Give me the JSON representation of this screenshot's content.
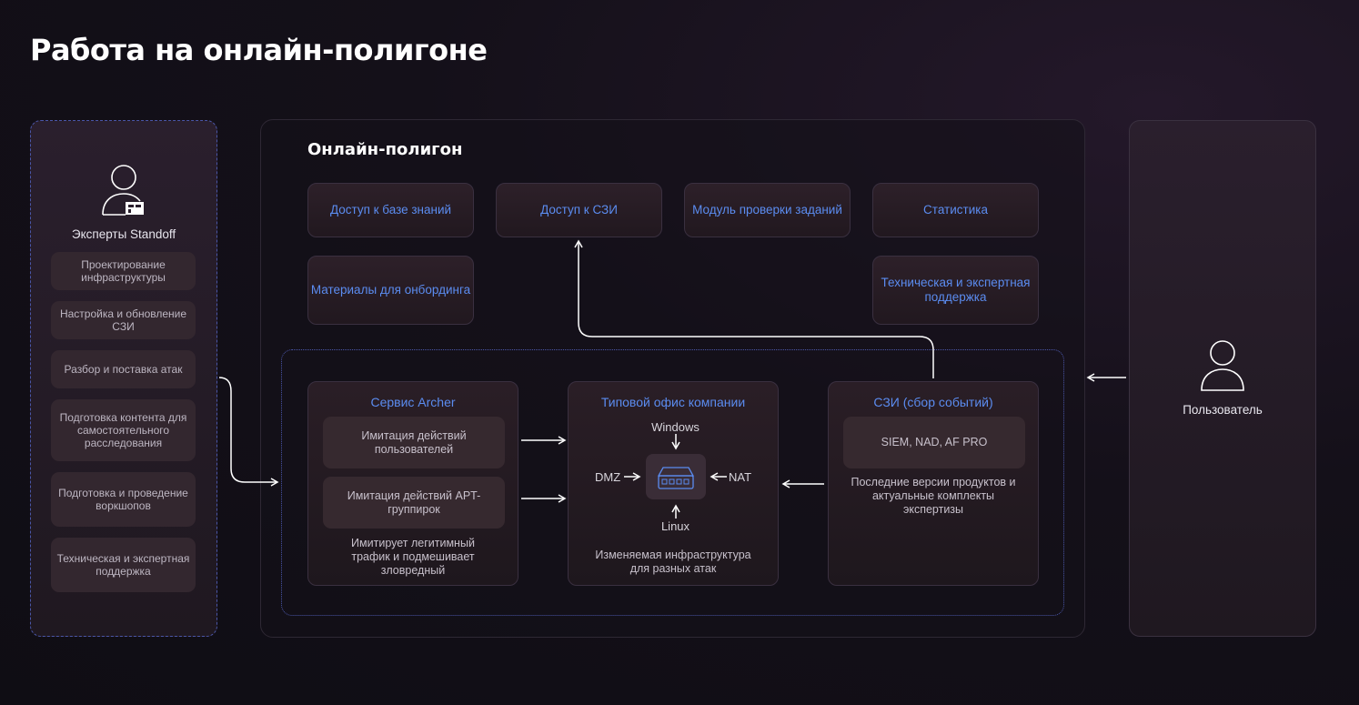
{
  "title": "Работа на онлайн-полигоне",
  "left_panel": {
    "label": "Эксперты Standoff",
    "items": [
      "Проектирование инфраструктуры",
      "Настройка и обновление СЗИ",
      "Разбор и поставка атак",
      "Подготовка контента для самостоятельного расследования",
      "Подготовка и проведение воркшопов",
      "Техническая и экспертная поддержка"
    ]
  },
  "right_panel": {
    "label": "Пользователь"
  },
  "main": {
    "title": "Онлайн-полигон",
    "cards": [
      "Доступ к базе знаний",
      "Доступ к СЗИ",
      "Модуль проверки заданий",
      "Статистика",
      "Материалы для онбординга",
      "Техническая и экспертная поддержка"
    ],
    "archer": {
      "title": "Сервис Archer",
      "items": [
        "Имитация действий пользователей",
        "Имитация действий APT-группирок"
      ],
      "note": "Имитирует легитимный трафик и подмешивает зловредный"
    },
    "office": {
      "title": "Типовой офис компании",
      "windows": "Windows",
      "dmz": "DMZ",
      "nat": "NAT",
      "linux": "Linux",
      "note": "Изменяемая инфраструктура для разных атак"
    },
    "szi": {
      "title": "СЗИ (сбор событий)",
      "item": "SIEM, NAD, AF PRO",
      "note": "Последние версии продуктов и актуальные комплекты экспертизы"
    }
  },
  "colors": {
    "accent": "#5b8cf0",
    "background": "#141019",
    "card": "#2d2029"
  }
}
